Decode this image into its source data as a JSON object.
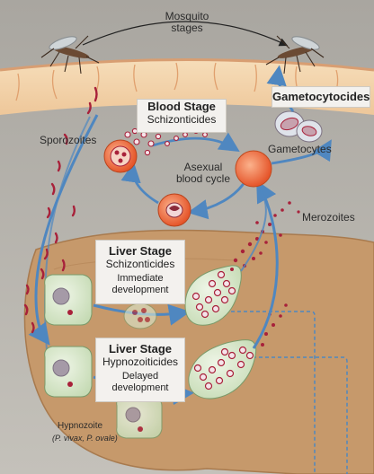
{
  "labels": {
    "mosquito_stages": "Mosquito\nstages",
    "sporozoites": "Sporozoites",
    "asexual_blood_cycle": "Asexual\nblood cycle",
    "gametocytes": "Gametocytes",
    "merozoites": "Merozoites",
    "hypnozoite": "Hypnozoite",
    "hypnozoite_species": "(P. vivax, P. ovale)"
  },
  "boxes": {
    "blood_stage": {
      "title": "Blood Stage",
      "subtitle": "Schizonticides"
    },
    "gametocytocides": {
      "title": "Gametocytocides"
    },
    "liver_stage_1": {
      "title": "Liver Stage",
      "subtitle": "Schizonticides",
      "note": "Immediate\ndevelopment"
    },
    "liver_stage_2": {
      "title": "Liver Stage",
      "subtitle": "Hypnozoiticides",
      "note": "Delayed\ndevelopment"
    }
  },
  "colors": {
    "arrow_blue": "#4f87c0",
    "liver_tan": "#c79a6c",
    "skin_peach": "#f3d2a8",
    "blood_cell": "#ee6a3a",
    "hepatocyte": "#dbe9cf",
    "parasite_red": "#a8213a"
  }
}
